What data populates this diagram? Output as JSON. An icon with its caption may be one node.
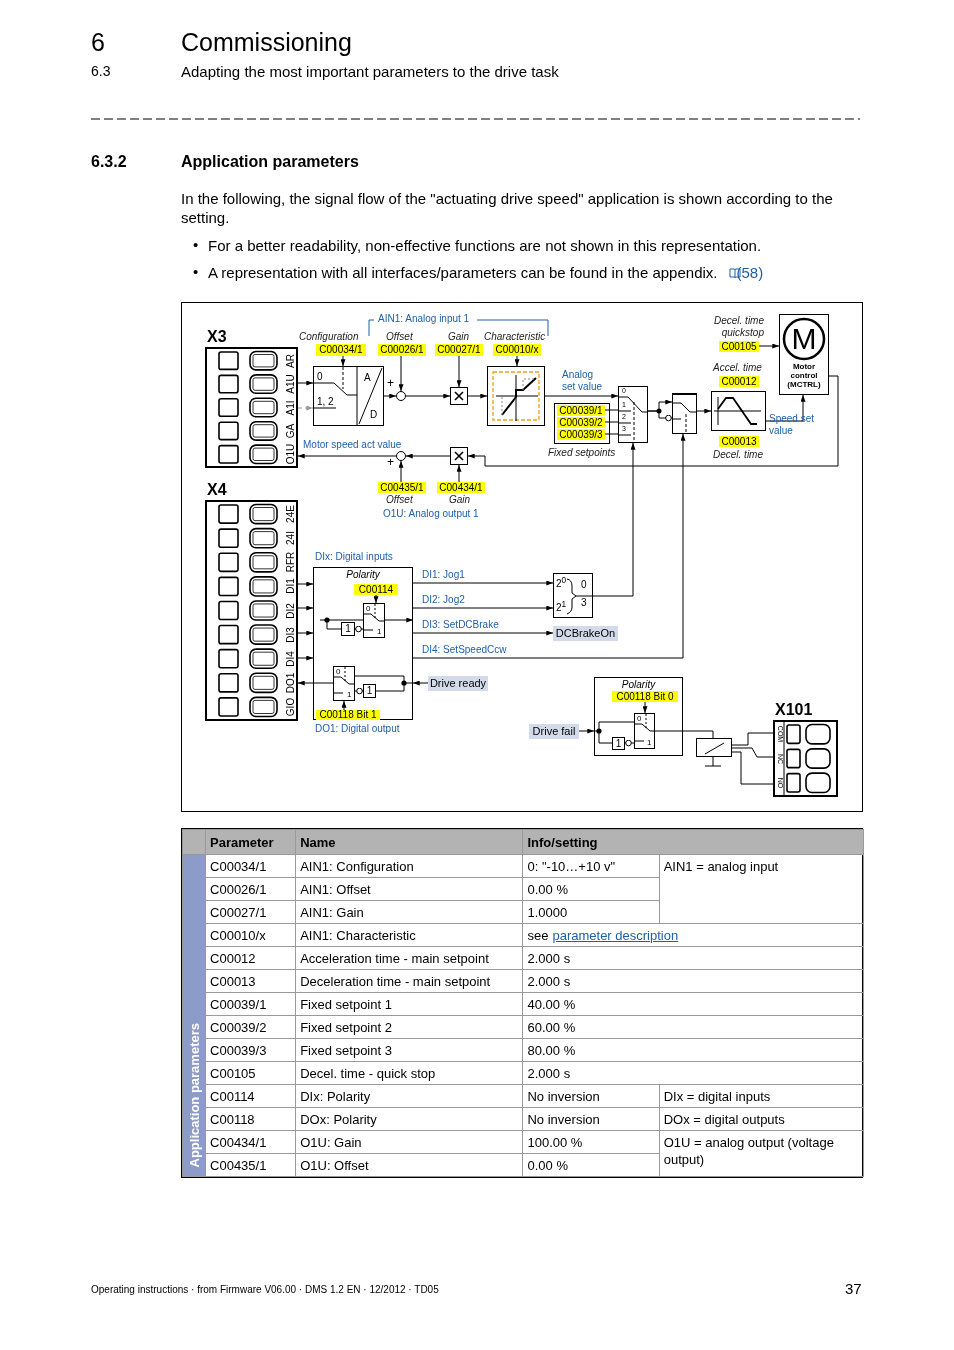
{
  "diagram": {
    "nodes": [
      {
        "text": [
          "X3",
          "AR",
          "A1U",
          "A1I",
          "GA",
          "O1U"
        ]
      },
      {
        "text": [
          "X4",
          "24E",
          "24I",
          "RFR",
          "DI1",
          "DI2",
          "DI3",
          "DI4",
          "DO1",
          "GIO"
        ]
      },
      {
        "text": [
          "C00034/1"
        ],
        "beside": [
          "Configuration"
        ]
      },
      {
        "text": [
          "0",
          "1, 2",
          "A",
          "D"
        ]
      },
      {
        "text": [],
        "shape": "circle"
      },
      {
        "text": [
          "C00026/1"
        ],
        "beside": [
          "Offset"
        ]
      },
      {
        "text": [],
        "shape": "box"
      },
      {
        "text": [
          "C00027/1"
        ],
        "beside": [
          "Gain"
        ]
      },
      {
        "text": [],
        "shape": "box"
      },
      {
        "text": [
          "C00010/x"
        ],
        "beside": [
          "Characteristic"
        ]
      },
      {
        "text": [],
        "shape": "box",
        "beside": [
          "Fixed setpoints"
        ]
      },
      {
        "text": [
          "C00039/1"
        ],
        "in": 10
      },
      {
        "text": [
          "C00039/2"
        ],
        "in": 10
      },
      {
        "text": [
          "C00039/3"
        ],
        "in": 10
      },
      {
        "text": [
          "0",
          "1",
          "2",
          "3"
        ]
      },
      {
        "text": [],
        "shape": "box"
      },
      {
        "text": [],
        "shape": "box"
      },
      {
        "text": [
          "C00012"
        ],
        "beside": [
          "Accel. time"
        ]
      },
      {
        "text": [
          "C00013"
        ],
        "beside": [
          "Decel. time"
        ]
      },
      {
        "text": [
          "C00105"
        ],
        "beside": [
          "Decel. time quickstop"
        ]
      },
      {
        "text": [
          "M",
          "Motor control (MCTRL)"
        ]
      },
      {
        "text": [],
        "shape": "box"
      },
      {
        "text": [],
        "shape": "circle"
      },
      {
        "text": [
          "C00435/1"
        ],
        "beside": [
          "Offset"
        ]
      },
      {
        "text": [
          "C00434/1"
        ],
        "beside": [
          "Gain"
        ]
      },
      {
        "text": [
          "Polarity"
        ]
      },
      {
        "text": [
          "C00114"
        ],
        "in": 25
      },
      {
        "text": [
          "0",
          "1"
        ],
        "in": 25
      },
      {
        "text": [
          "1"
        ],
        "in": 25
      },
      {
        "text": [
          "C00118 Bit 1"
        ],
        "in": 25
      },
      {
        "text": [
          "0",
          "1"
        ],
        "in": 25
      },
      {
        "text": [
          "1"
        ],
        "in": 25
      },
      {
        "text": [
          "2$^{0}$",
          "2$^{1}$",
          "0",
          "3"
        ]
      },
      {
        "text": [
          "DCBrakeOn"
        ]
      },
      {
        "text": [
          "Drive ready"
        ]
      },
      {
        "text": [
          "Drive fail"
        ]
      },
      {
        "text": [
          "Polarity"
        ]
      },
      {
        "text": [
          "C00118 Bit 0"
        ],
        "in": 36
      },
      {
        "text": [
          "0",
          "1"
        ],
        "in": 36
      },
      {
        "text": [
          "1"
        ],
        "in": 36
      },
      {
        "text": [],
        "shape": "box"
      },
      {
        "text": [
          "X101",
          "COM",
          "NC",
          "NO"
        ]
      }
    ],
    "edges": [
      {
        "from": 0,
        "to": 3,
        "arrow": "to"
      },
      {
        "from": 0,
        "to": 3,
        "arrow": "to",
        "style": "dashed",
        "color": "#999999"
      },
      {
        "from": 2,
        "to": 3,
        "arrow": "to"
      },
      {
        "from": 3,
        "to": 4,
        "arrow": "to"
      },
      {
        "from": 5,
        "to": 4,
        "arrow": "to"
      },
      {
        "from": 4,
        "to": 6,
        "arrow": "to"
      },
      {
        "from": 7,
        "to": 6,
        "arrow": "to"
      },
      {
        "from": 6,
        "to": 8,
        "arrow": "to"
      },
      {
        "from": 9,
        "to": 8,
        "arrow": "to"
      },
      {
        "from": 8,
        "to": 14,
        "arrow": "to",
        "label": "Analog set value"
      },
      {
        "from": 11,
        "to": 14,
        "arrow": "none"
      },
      {
        "from": 12,
        "to": 14,
        "arrow": "none"
      },
      {
        "from": 13,
        "to": 14,
        "arrow": "none"
      },
      {
        "from": 14,
        "to": 15,
        "arrow": "to"
      },
      {
        "from": 15,
        "to": 16,
        "arrow": "to"
      },
      {
        "from": 16,
        "to": 20,
        "arrow": "to",
        "label": "Speed set value"
      },
      {
        "from": 19,
        "to": 20,
        "arrow": "to"
      },
      {
        "from": 20,
        "to": 21,
        "arrow": "to"
      },
      {
        "from": 24,
        "to": 21,
        "arrow": "to"
      },
      {
        "from": 21,
        "to": 22,
        "arrow": "to"
      },
      {
        "from": 23,
        "to": 22,
        "arrow": "to"
      },
      {
        "from": 22,
        "to": 0,
        "arrow": "to",
        "label": "Motor speed act value"
      },
      {
        "from": 1,
        "to": 25,
        "arrow": "to"
      },
      {
        "from": 1,
        "to": 25,
        "arrow": "to"
      },
      {
        "from": 1,
        "to": 25,
        "arrow": "to"
      },
      {
        "from": 1,
        "to": 25,
        "arrow": "to"
      },
      {
        "from": 25,
        "to": 32,
        "arrow": "to",
        "label": "DI1: Jog1"
      },
      {
        "from": 25,
        "to": 32,
        "arrow": "to",
        "label": "DI2: Jog2"
      },
      {
        "from": 25,
        "to": 33,
        "arrow": "to",
        "label": "DI3: SetDCBrake"
      },
      {
        "from": 25,
        "to": 15,
        "arrow": "to",
        "label": "DI4: SetSpeedCcw"
      },
      {
        "from": 32,
        "to": 14,
        "arrow": "to"
      },
      {
        "from": 34,
        "to": 25,
        "arrow": "to"
      },
      {
        "from": 25,
        "to": 1,
        "arrow": "to"
      },
      {
        "from": 26,
        "to": 27,
        "arrow": "to"
      },
      {
        "from": 28,
        "to": 27,
        "arrow": "other"
      },
      {
        "from": 29,
        "to": 30,
        "arrow": "to"
      },
      {
        "from": 31,
        "to": 30,
        "arrow": "other"
      },
      {
        "from": 37,
        "to": 38,
        "arrow": "to"
      },
      {
        "from": 39,
        "to": 38,
        "arrow": "other"
      },
      {
        "from": 35,
        "to": 36,
        "arrow": "to"
      },
      {
        "from": 36,
        "to": 40,
        "arrow": "none"
      },
      {
        "from": 40,
        "to": 41,
        "arrow": "none"
      },
      {
        "from": 40,
        "to": 41,
        "arrow": "none"
      },
      {
        "from": 40,
        "to": 41,
        "arrow": "none"
      },
      {
        "from": 14,
        "to": 15,
        "arrow": "other"
      },
      {
        "from": null,
        "to": 27,
        "arrow": "none"
      },
      {
        "from": null,
        "to": 28,
        "arrow": "other"
      },
      {
        "from": 27,
        "to": 25,
        "arrow": "to"
      },
      {
        "from": null,
        "to": 30,
        "arrow": "none"
      },
      {
        "from": null,
        "to": 31,
        "arrow": "other"
      },
      {
        "from": 30,
        "to": 25,
        "arrow": "none"
      },
      {
        "from": null,
        "to": 38,
        "arrow": "none"
      },
      {
        "from": null,
        "to": 39,
        "arrow": "other"
      },
      {
        "from": 38,
        "to": 36,
        "arrow": "none"
      }
    ],
    "labels": [
      "6",
      "Commissioning",
      "6.3",
      "Adapting the most important parameters to the drive task",
      "6.3.2",
      "Application parameters",
      "In the following, the signal flow of the \"actuating drive speed\" application is shown according to the setting.",
      "•",
      "For a better readability, non-effective functions are not shown in this representation.",
      "•",
      "A representation with all interfaces/parameters can be found in the appendix.",
      "(58)",
      "AIN1: Analog input 1",
      "+",
      "+",
      "O1U: Analog output 1",
      "DIx: Digital inputs",
      "DO1: Digital output",
      "Parameter",
      "Name",
      "Info/setting",
      "Application parameters",
      "C00034/1",
      "AIN1: Configuration",
      "0: \"-10…+10 v\"",
      "AIN1 = analog input",
      "C00026/1",
      "AIN1: Offset",
      "0.00 %",
      "C00027/1",
      "AIN1: Gain",
      "1.0000",
      "C00010/x",
      "AIN1: Characteristic",
      "see",
      "parameter description",
      "C00012",
      "Acceleration time - main setpoint",
      "2.000 s",
      "C00013",
      "Deceleration time - main setpoint",
      "2.000 s",
      "C00039/1",
      "Fixed setpoint 1",
      "40.00 %",
      "C00039/2",
      "Fixed setpoint 2",
      "60.00 %",
      "C00039/3",
      "Fixed setpoint 3",
      "80.00 %",
      "C00105",
      "Decel. time - quick stop",
      "2.000 s",
      "C00114",
      "DIx: Polarity",
      "No inversion",
      "DIx = digital inputs",
      "C00118",
      "DOx: Polarity",
      "No inversion",
      "DOx = digital outputs",
      "C00434/1",
      "O1U: Gain",
      "100.00 %",
      "O1U = analog output (voltage output)",
      "C00435/1",
      "O1U: Offset",
      "0.00 %",
      "Operating instructions · from Firmware V06.00 · DMS 1.2 EN · 12/2012 · TD05",
      "37"
    ]
  }
}
